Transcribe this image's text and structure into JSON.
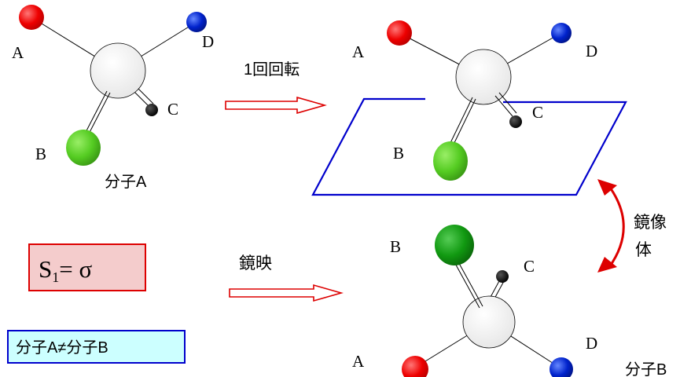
{
  "molecule_a": {
    "atom_labels": {
      "a": "A",
      "b": "B",
      "c": "C",
      "d": "D"
    },
    "caption": "分子A"
  },
  "rotation": {
    "label": "1回回転"
  },
  "rotated": {
    "atom_labels": {
      "a": "A",
      "b": "B",
      "c": "C",
      "d": "D"
    }
  },
  "mirror_relation": {
    "line1": "鏡像",
    "line2": "体"
  },
  "reflection": {
    "label": "鏡映"
  },
  "molecule_b": {
    "atom_labels": {
      "a": "A",
      "b": "B",
      "c": "C",
      "d": "D"
    },
    "caption": "分子B"
  },
  "symmetry_box": {
    "s": "S",
    "subscript": "1",
    "rest": "= σ"
  },
  "inequality_box": {
    "text": "分子A≠分子B"
  },
  "colors": {
    "atom_a": "#ee0000",
    "atom_d": "#0022cc",
    "atom_b_top": "#55cc22",
    "atom_b_bottom": "#119911",
    "atom_c": "#000000",
    "plane": "#0000cc",
    "arrow": "#dd0000",
    "symmetry_box_fill": "#f4cccc",
    "symmetry_box_border": "#dd0000",
    "inequality_box_fill": "#ccffff",
    "inequality_box_border": "#0000cc"
  }
}
